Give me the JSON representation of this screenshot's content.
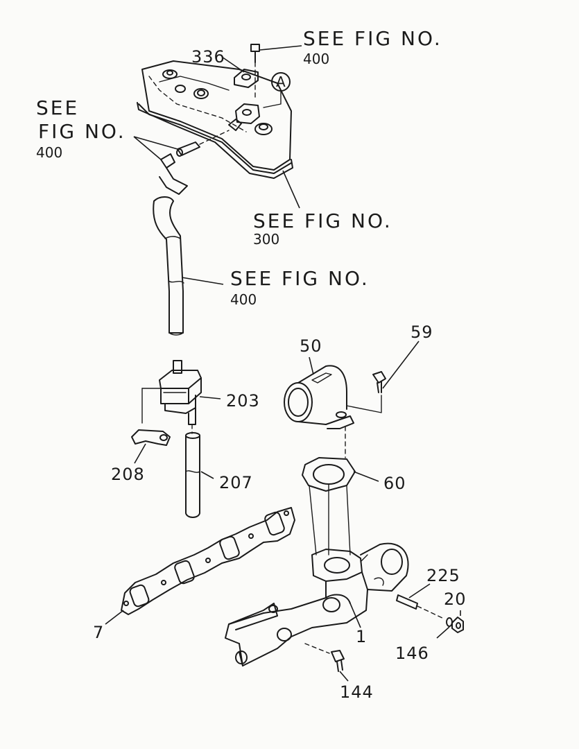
{
  "references": [
    {
      "text": "SEE FIG NO.",
      "fig": "400"
    },
    {
      "text_line1": "SEE",
      "text_line2": "FIG NO.",
      "fig": "400"
    },
    {
      "text": "SEE FIG NO.",
      "fig": "300"
    },
    {
      "text": "SEE FIG NO.",
      "fig": "400"
    }
  ],
  "detail_marker": "A",
  "part_numbers": {
    "p336": "336",
    "p50": "50",
    "p59": "59",
    "p203": "203",
    "p208": "208",
    "p207": "207",
    "p60": "60",
    "p225": "225",
    "p20": "20",
    "p7": "7",
    "p1": "1",
    "p146": "146",
    "p144": "144"
  }
}
